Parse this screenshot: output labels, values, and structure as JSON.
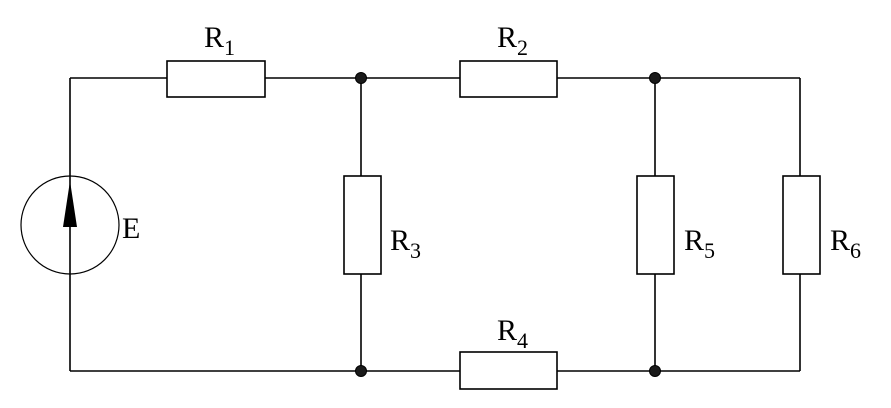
{
  "diagram": {
    "source": {
      "name": "E"
    },
    "resistors": [
      {
        "letter": "R",
        "index": "1"
      },
      {
        "letter": "R",
        "index": "2"
      },
      {
        "letter": "R",
        "index": "3"
      },
      {
        "letter": "R",
        "index": "4"
      },
      {
        "letter": "R",
        "index": "5"
      },
      {
        "letter": "R",
        "index": "6"
      }
    ]
  }
}
